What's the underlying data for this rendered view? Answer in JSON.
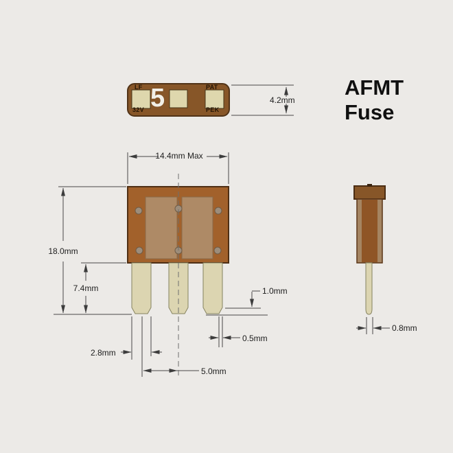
{
  "title": {
    "line1": "AFMT",
    "line2": "Fuse"
  },
  "views": {
    "top": {
      "markings": {
        "lf": "LF",
        "voltage": "32V",
        "amperage": "5",
        "pat": "PAT",
        "pek": "PEK"
      },
      "dim_height": "4.2mm"
    },
    "front": {
      "dim_width": "14.4mm Max",
      "dim_total_height": "18.0mm",
      "dim_leg_length": "7.4mm",
      "dim_tip_taper": "1.0mm",
      "dim_tip_width": "0.5mm",
      "dim_leg_width": "2.8mm",
      "dim_leg_pitch": "5.0mm"
    },
    "side": {
      "dim_thickness": "0.8mm"
    }
  },
  "colors": {
    "background": "#eceae7",
    "line": "#474747",
    "text": "#1d1d1d",
    "body_top": "#875628",
    "body_front": "#a2612b",
    "panel": "#ae8a66",
    "pad": "#ded7ad",
    "leg": "#dcd5b1",
    "rivet": "#9d8d7b",
    "side_body": "#a58562",
    "side_core": "#8f5526",
    "marking_dark": "#241505",
    "marking_white": "#f2efe6"
  }
}
